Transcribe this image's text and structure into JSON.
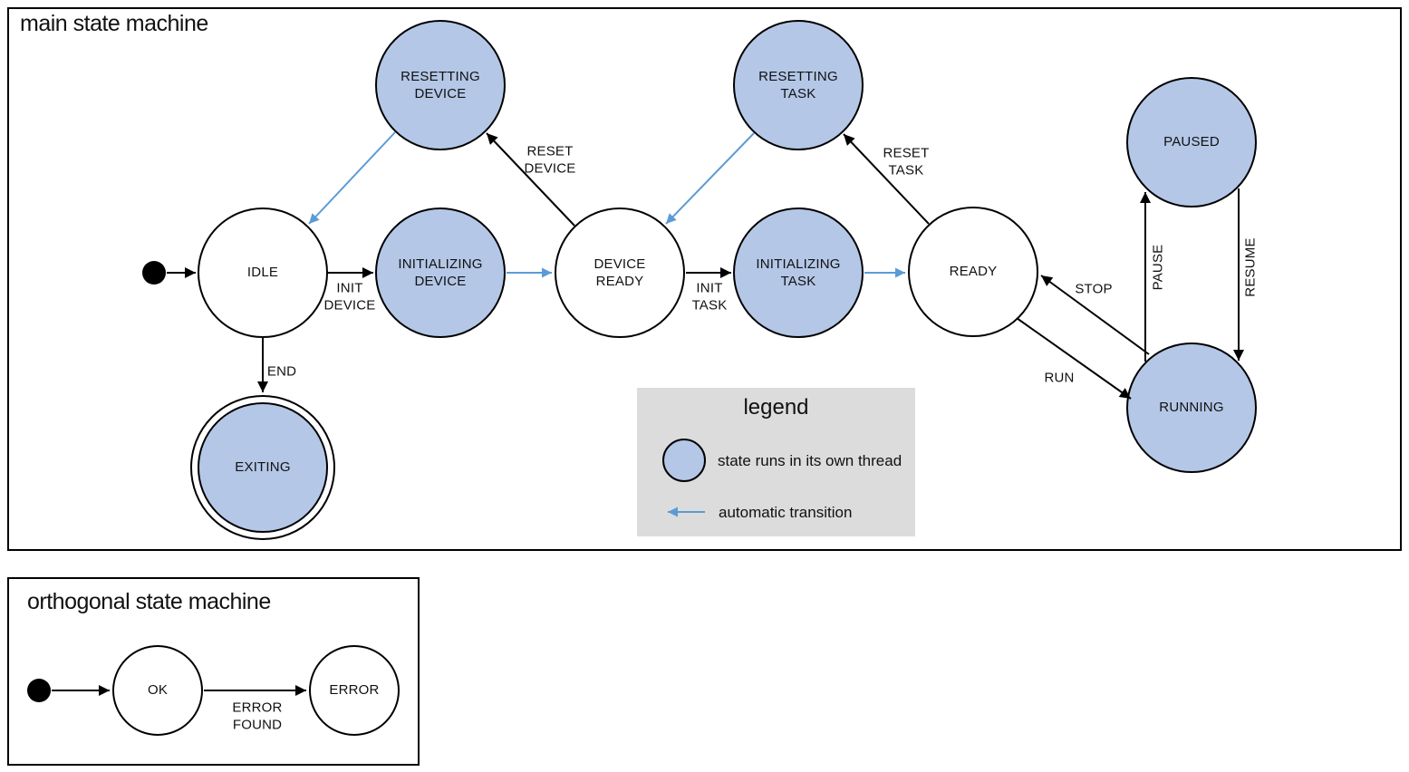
{
  "colors": {
    "thread_state_fill": "#b4c7e7",
    "auto_transition_blue": "#5b9bd5",
    "stroke_black": "#000000",
    "legend_background": "#dcdcdc"
  },
  "main_machine": {
    "title": "main state machine",
    "states": {
      "idle": {
        "label": "IDLE"
      },
      "resetting_device": {
        "label": "RESETTING\nDEVICE"
      },
      "initializing_device": {
        "label": "INITIALIZING\nDEVICE"
      },
      "device_ready": {
        "label": "DEVICE\nREADY"
      },
      "resetting_task": {
        "label": "RESETTING\nTASK"
      },
      "initializing_task": {
        "label": "INITIALIZING\nTASK"
      },
      "ready": {
        "label": "READY"
      },
      "paused": {
        "label": "PAUSED"
      },
      "running": {
        "label": "RUNNING"
      },
      "exiting": {
        "label": "EXITING"
      }
    },
    "transitions": {
      "init_device": {
        "label": "INIT\nDEVICE"
      },
      "reset_device": {
        "label": "RESET\nDEVICE"
      },
      "init_task": {
        "label": "INIT\nTASK"
      },
      "reset_task": {
        "label": "RESET\nTASK"
      },
      "run": {
        "label": "RUN"
      },
      "stop": {
        "label": "STOP"
      },
      "pause": {
        "label": "PAUSE"
      },
      "resume": {
        "label": "RESUME"
      },
      "end": {
        "label": "END"
      }
    }
  },
  "legend": {
    "title": "legend",
    "thread_item_label": "state runs in its own thread",
    "auto_item_label": "automatic transition"
  },
  "orthogonal_machine": {
    "title": "orthogonal state machine",
    "states": {
      "ok": {
        "label": "OK"
      },
      "error": {
        "label": "ERROR"
      }
    },
    "transitions": {
      "error_found": {
        "label": "ERROR\nFOUND"
      }
    }
  }
}
